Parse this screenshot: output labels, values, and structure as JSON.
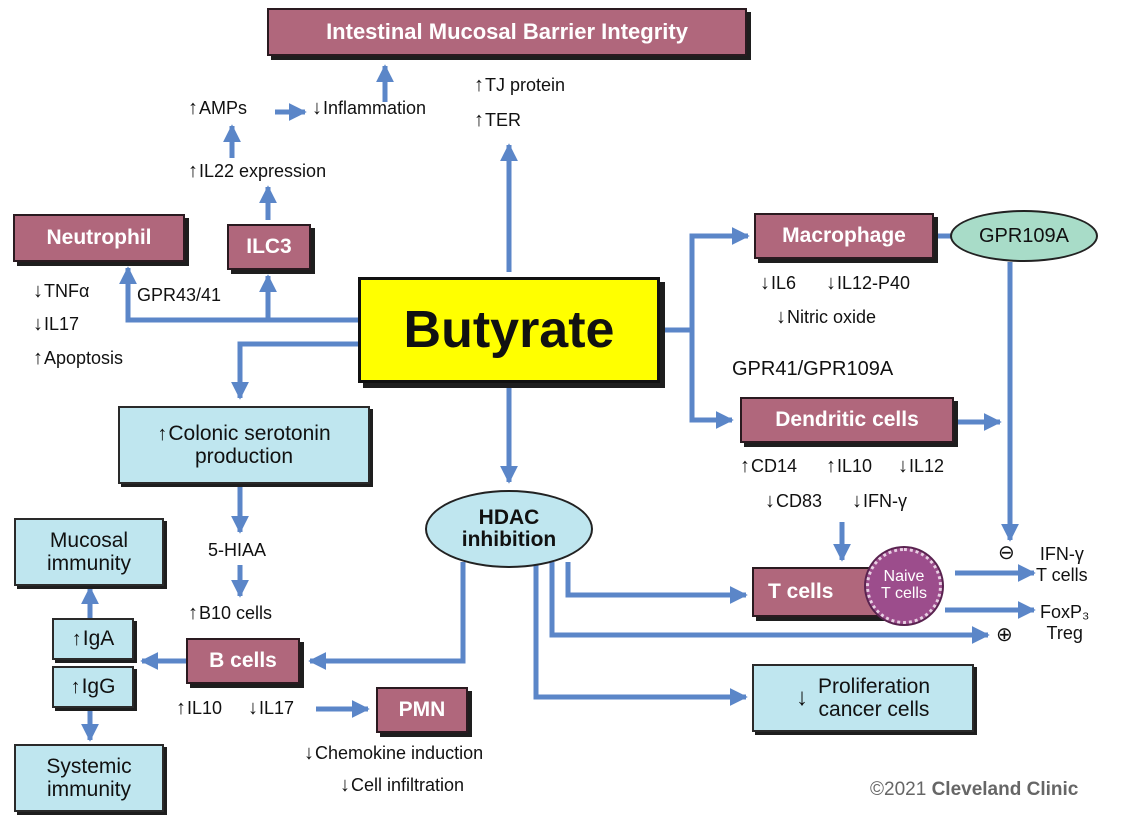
{
  "colors": {
    "pink": "#b0677c",
    "cyan": "#bfe6ef",
    "yellow": "#ffff00",
    "green": "#a8dcc8",
    "purple": "#9c4d8c",
    "arrow": "#5b86c8"
  },
  "center": "Butyrate",
  "barrier": "Intestinal Mucosal Barrier Integrity",
  "nodes": {
    "neutrophil": "Neutrophil",
    "ilc3": "ILC3",
    "macrophage": "Macrophage",
    "gpr109a": "GPR109A",
    "dendritic": "Dendritic cells",
    "hdac_line1": "HDAC",
    "hdac_line2": "inhibition",
    "tcells": "T cells",
    "naive_line1": "Naive",
    "naive_line2": "T cells",
    "serotonin_line1": "Colonic serotonin",
    "serotonin_line2": "production",
    "mucosal_line1": "Mucosal",
    "mucosal_line2": "immunity",
    "iga": "IgA",
    "igg": "IgG",
    "systemic_line1": "Systemic",
    "systemic_line2": "immunity",
    "bcells": "B cells",
    "pmn": "PMN",
    "prolif_line1": "Proliferation",
    "prolif_line2": "cancer cells"
  },
  "labels": {
    "amps": "AMPs",
    "inflammation": "Inflammation",
    "tj": "TJ protein",
    "ter": "TER",
    "il22": "IL22 expression",
    "tnf": "TNFα",
    "il17": "IL17",
    "apoptosis": "Apoptosis",
    "gpr4341": "GPR43/41",
    "il6": "IL6",
    "il12p40": "IL12-P40",
    "nitric": "Nitric oxide",
    "gpr41gpr109a": "GPR41/GPR109A",
    "cd14": "CD14",
    "il10": "IL10",
    "il12": "IL12",
    "cd83": "CD83",
    "ifng": "IFN-γ",
    "hiaa": "5-HIAA",
    "b10": "B10 cells",
    "bil10": "IL10",
    "bil17": "IL17",
    "chemokine": "Chemokine induction",
    "infiltration": "Cell infiltration",
    "out_ifng_1": "IFN-γ",
    "out_ifng_2": "T cells",
    "foxp3_1": "FoxP₃",
    "foxp3_2": "Treg",
    "minus": "⊖",
    "plus": "⊕"
  },
  "copyright_symbol": "©",
  "copyright_year": "2021",
  "copyright_name": "Cleveland Clinic"
}
